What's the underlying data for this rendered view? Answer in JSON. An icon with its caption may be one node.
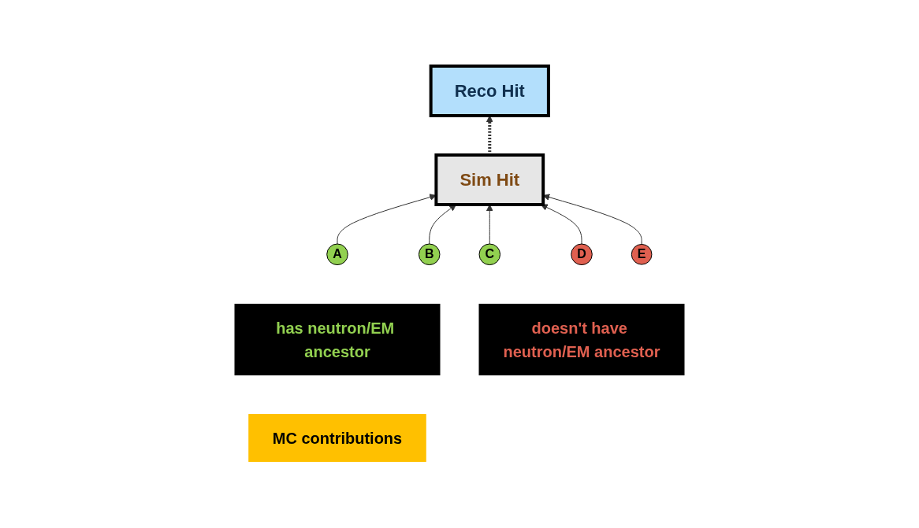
{
  "diagram": {
    "nodes": [
      {
        "text": [
          "Reco Hit"
        ]
      },
      {
        "text": [
          "Sim Hit"
        ]
      },
      {
        "text": [
          "A"
        ]
      },
      {
        "text": [
          "B"
        ]
      },
      {
        "text": [
          "C"
        ]
      },
      {
        "text": [
          "D"
        ]
      },
      {
        "text": [
          "E"
        ]
      },
      {
        "text": [
          "has neutron/EM ancestor"
        ]
      },
      {
        "text": [
          "doesn't have neutron/EM ancestor"
        ]
      },
      {
        "text": [
          "MC contributions"
        ]
      }
    ],
    "edges": [
      {
        "from": 1,
        "to": 0,
        "arrow": "to",
        "style": "dashed"
      },
      {
        "from": 2,
        "to": 1,
        "arrow": "to"
      },
      {
        "from": 3,
        "to": 1,
        "arrow": "to"
      },
      {
        "from": 4,
        "to": 1,
        "arrow": "to"
      },
      {
        "from": 5,
        "to": 1,
        "arrow": "to"
      },
      {
        "from": 6,
        "to": 1,
        "arrow": "to"
      }
    ]
  }
}
